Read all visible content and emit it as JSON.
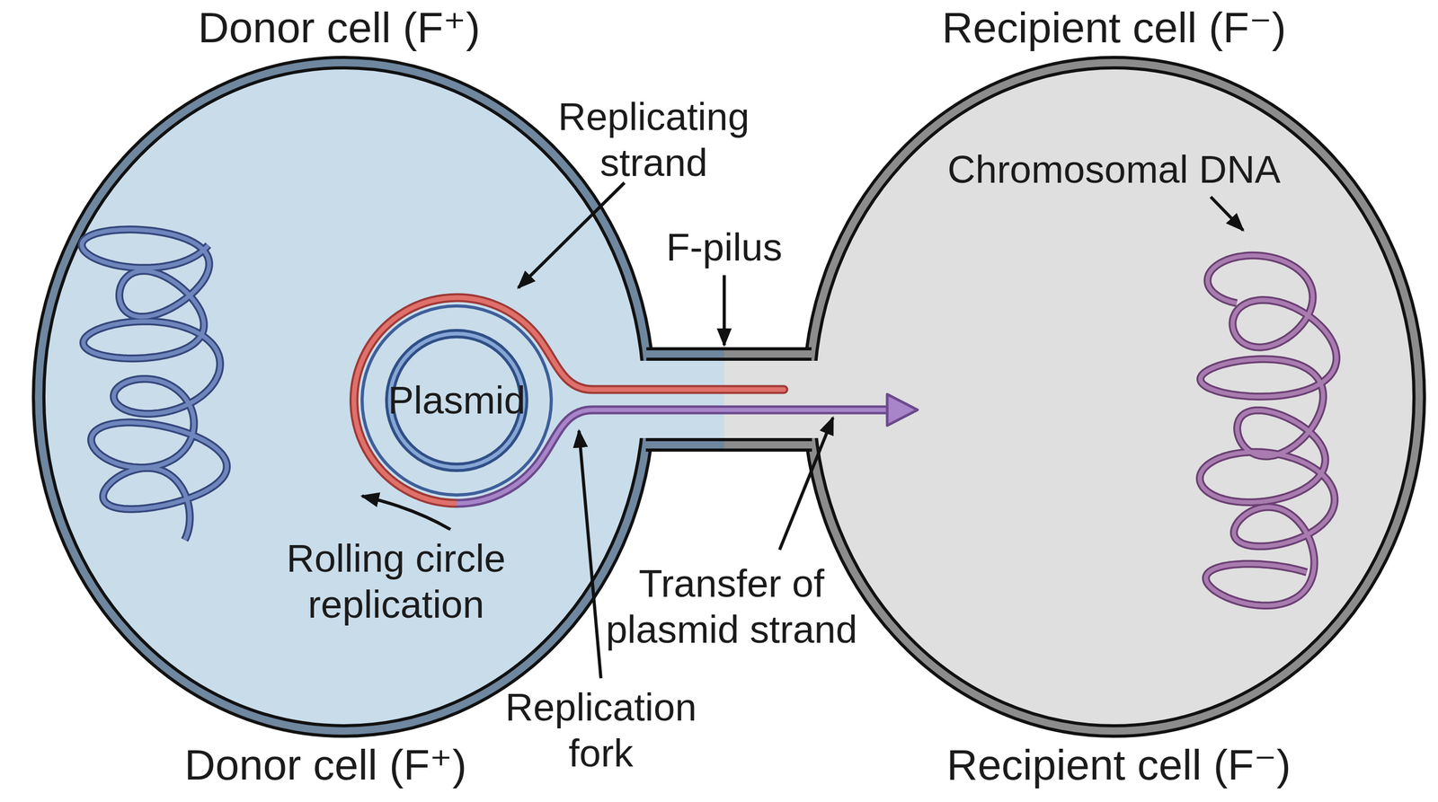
{
  "diagram": {
    "nodes": [
      {
        "text": [
          "Donor cell (F⁺)",
          "Donor cell (F⁺)"
        ]
      },
      {
        "text": [
          "Plasmid"
        ],
        "in": 0
      },
      {
        "text": [
          "Recipient cell (F⁻)",
          "Recipient cell (F⁻)"
        ]
      }
    ],
    "edges": [
      {
        "from": 1,
        "to": 2,
        "arrow": "to",
        "label": "Transfer of plasmid strand"
      }
    ],
    "labels": [
      "Replicating strand",
      "F-pilus",
      "Chromosomal DNA",
      "Rolling circle replication",
      "Replication fork"
    ]
  }
}
